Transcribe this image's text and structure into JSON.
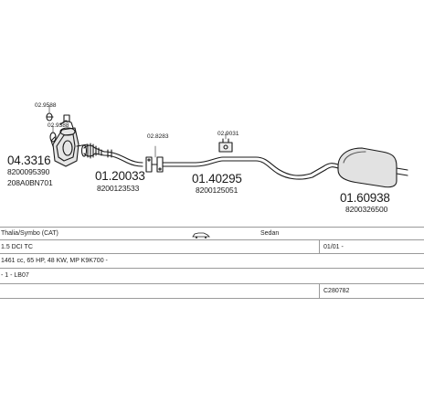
{
  "parts": [
    {
      "id": "part-043316",
      "number": "04.3316",
      "codes": [
        "8200095390",
        "208A0BN701"
      ]
    },
    {
      "id": "part-0120033",
      "number": "01.20033",
      "codes": [
        "8200123533"
      ]
    },
    {
      "id": "part-0140295",
      "number": "01.40295",
      "codes": [
        "8200125051"
      ]
    },
    {
      "id": "part-0160938",
      "number": "01.60938",
      "codes": [
        "8200326500"
      ]
    }
  ],
  "fittings": [
    {
      "id": "fitting-029588",
      "code": "02.9588"
    },
    {
      "id": "fitting-029388",
      "code": "02.9388"
    },
    {
      "id": "fitting-028283",
      "code": "02.8283"
    },
    {
      "id": "fitting-029031",
      "code": "02.9031"
    }
  ],
  "info": {
    "row1": {
      "model": "Thalia/Symbo    (CAT)",
      "body": "Sedan"
    },
    "row2": {
      "engine": "1.5 DCI TC",
      "date": "01/01 -"
    },
    "row3": {
      "spec": "1461 cc, 65 HP, 48 KW, MP K9K700 -"
    },
    "row4": {
      "note": "- 1 - LB07"
    },
    "row5": {
      "code": "C280782"
    }
  }
}
